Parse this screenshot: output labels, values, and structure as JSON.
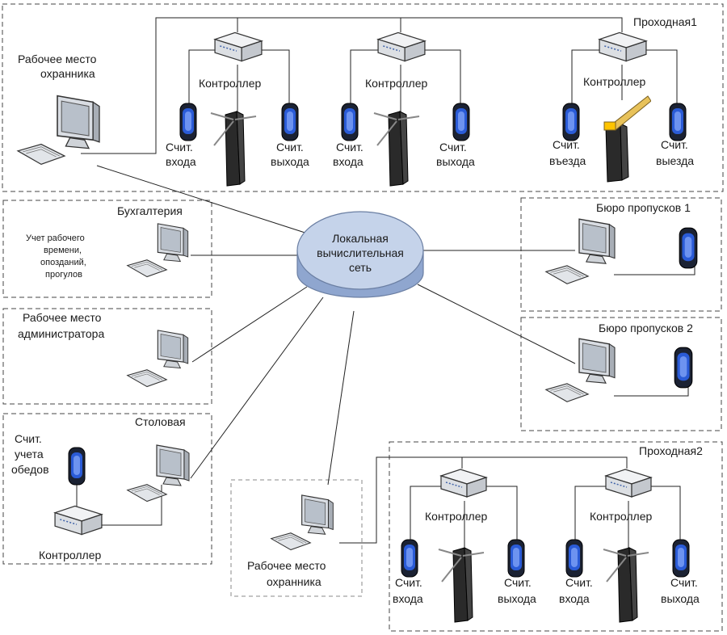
{
  "zones": {
    "checkpoint1": "Проходная1",
    "checkpoint2": "Проходная2",
    "accounting": "Бухгалтерия",
    "canteen": "Столовая",
    "pass_office_1": "Бюро пропусков 1",
    "pass_office_2": "Бюро пропусков 2"
  },
  "network": {
    "line1": "Локальная",
    "line2": "вычислительная",
    "line3": "сеть"
  },
  "labels": {
    "controller": "Контроллер",
    "guard_line1": "Рабочее место",
    "guard_line2": "охранника",
    "admin_line1": "Рабочее место",
    "admin_line2": "администратора",
    "accounting_note": [
      "Учет рабочего",
      "времени,",
      "опозданий,",
      "прогулов"
    ],
    "reader_entry": [
      "Счит.",
      "входа"
    ],
    "reader_exit": [
      "Счит.",
      "выхода"
    ],
    "reader_drive_in": [
      "Счит.",
      "въезда"
    ],
    "reader_drive_out": [
      "Счит.",
      "выезда"
    ],
    "reader_lunch": [
      "Счит.",
      "учета",
      "обедов"
    ]
  },
  "colors": {
    "reader_blue": "#2a5bd7",
    "reader_body": "#1b2233",
    "cloud_fill": "#c5d3ea",
    "cloud_stroke": "#6b7fa3"
  }
}
